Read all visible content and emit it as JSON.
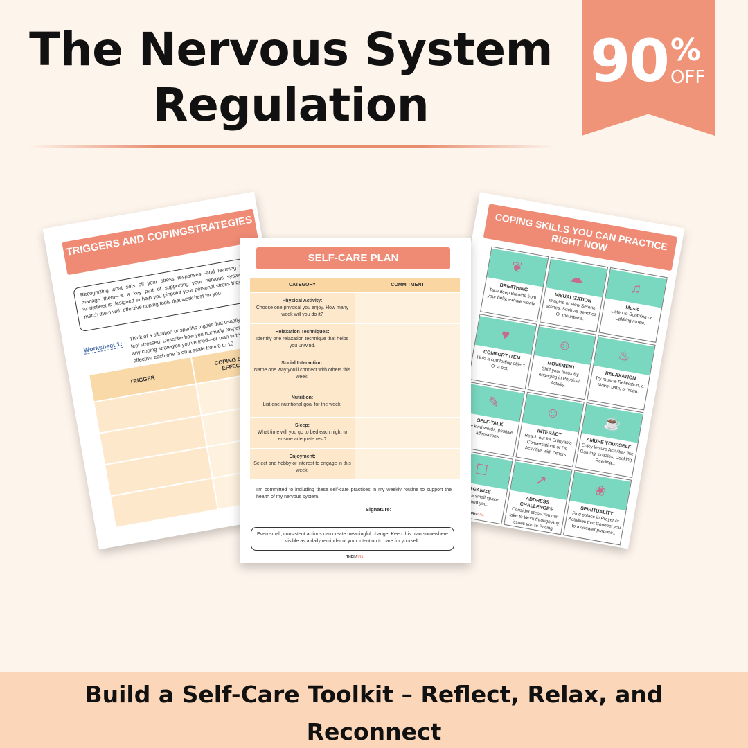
{
  "title": {
    "line1": "The Nervous System",
    "line2": "Regulation"
  },
  "badge": {
    "number": "90",
    "percent": "%",
    "off": "OFF"
  },
  "left_sheet": {
    "banner": "TRIGGERS AND COPINGSTRATEGIES",
    "intro": "Recognizing what sets off your stress responses—and learning how to manage them—is a key part of supporting your nervous system. This worksheet is designed to help you pinpoint your personal stress triggers and match them with effective coping tools that work best for you.",
    "worksheet_label": "Worksheet 1:",
    "worksheet_text": "Think of a situation or specific trigger that usually makes you feel stressed. Describe how you normally respond, and list any coping strategies you've tried—or plan to try. Rate how effective each one is on a scale from 0 to 10",
    "headers": [
      "TRIGGER",
      "COPING STRATEGY & EFFECTIVENESS"
    ]
  },
  "middle_sheet": {
    "banner": "SELF-CARE PLAN",
    "headers": [
      "CATEGORY",
      "COMMITMENT"
    ],
    "rows": [
      {
        "category": "Physical Activity:",
        "prompt": "Choose one physical you enjoy. How many week will you do it?"
      },
      {
        "category": "Relaxation Techniques:",
        "prompt": "Identify one relaxation technique that helps you unwind."
      },
      {
        "category": "Social Interaction:",
        "prompt": "Name one way you'll connect with others this week."
      },
      {
        "category": "Nutrition:",
        "prompt": "List one nutritional goal for the week."
      },
      {
        "category": "Sleep:",
        "prompt": "What time will you go to bed each night to ensure adequate rest?"
      },
      {
        "category": "Enjoyment:",
        "prompt": "Select one hobby or interest to engage in this week."
      }
    ],
    "commitment_text": "I'm committed to including these self-care practices in my weekly routine to support the health of my nervous system.",
    "signature": "Signature:",
    "footer": "Even small, consistent actions can create meaningful change. Keep this plan somewhere visible as a daily reminder of your intention to care for yourself."
  },
  "right_sheet": {
    "banner": "COPING SKILLS YOU CAN PRACTICE RIGHT NOW",
    "cells": [
      {
        "title": "BREATHING",
        "text": "Take deep Breaths from your belly, exhale slowly.",
        "icon": "lungs-icon",
        "glyph": "❦"
      },
      {
        "title": "VISUALIZATION",
        "text": "Imagine or view Serene scenes. Such as beaches Or mountains.",
        "icon": "thought-bubble-icon",
        "glyph": "☁"
      },
      {
        "title": "Music",
        "text": "Listen to Soothing or Uplifting music.",
        "icon": "music-note-icon",
        "glyph": "♫"
      },
      {
        "title": "COMFORT ITEM",
        "text": "Hold a comforting object Or a pet.",
        "icon": "heart-icon",
        "glyph": "♥"
      },
      {
        "title": "MOVEMENT",
        "text": "Shift your focus By engaging in Physical Activity.",
        "icon": "running-icon",
        "glyph": "☺"
      },
      {
        "title": "RELAXATION",
        "text": "Try muscle Relaxation, a Warm bath, or Yoga.",
        "icon": "bathtub-icon",
        "glyph": "♨"
      },
      {
        "title": "SELF-TALK",
        "text": "Use kind words, positive affirmations.",
        "icon": "speech-icon",
        "glyph": "✎"
      },
      {
        "title": "INTERACT",
        "text": "Reach out for Enjoyable Conversations or Do Activities with Others.",
        "icon": "people-icon",
        "glyph": "☺"
      },
      {
        "title": "AMUSE YOURSELF",
        "text": "Enjoy leisure Activities like Gaming, puzzles, Cooking, Reading...",
        "icon": "cooking-icon",
        "glyph": "☕"
      },
      {
        "title": "ORGANIZE",
        "text": "Tidy up a small space around you.",
        "icon": "box-icon",
        "glyph": "☐"
      },
      {
        "title": "ADDRESS CHALLENGES",
        "text": "Consider steps You can take to Work through Any issues you're Facing.",
        "icon": "stairs-icon",
        "glyph": "↗"
      },
      {
        "title": "SPIRITUALITY",
        "text": "Find solace in Prayer or Activities that Connect you to a Greater purpose..",
        "icon": "prayer-icon",
        "glyph": "❀"
      }
    ]
  },
  "logo": {
    "part1": "THRIV",
    "part2": "IVIA"
  },
  "bottom": {
    "tagline": "Build a Self-Care Toolkit – Reflect, Relax, and Reconnect"
  },
  "colors": {
    "accent": "#ef8a75",
    "background": "#fdf4ec",
    "bottom_bar": "#fcd6b8",
    "table_header": "#f9d6a2",
    "tile": "#7ad8c0"
  }
}
